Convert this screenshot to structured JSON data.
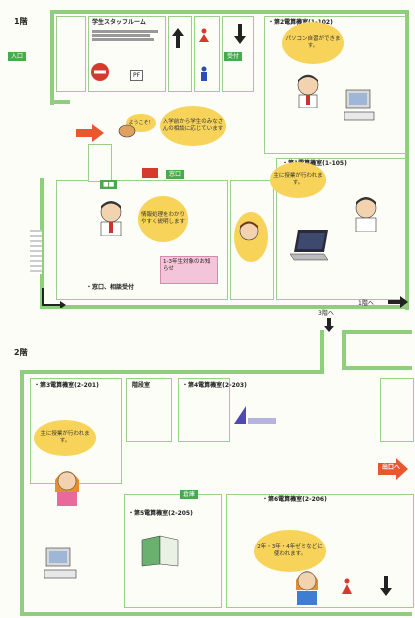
{
  "floors": {
    "first": "1階",
    "second": "2階"
  },
  "floor1": {
    "entrance_tag": "入口",
    "staff_room": "学生スタッフルーム",
    "room_102": "・第2電算機室(1-102)",
    "room_105": "・第1電算機室(1-105)",
    "reception_tag": "受付",
    "office_tag": "窓口",
    "counseling_label": "・窓口、相談受付",
    "notice_box": "1-3年生対象のお知らせ",
    "pf_sign": "PF",
    "bubble_center": "入学前から学生のみなさんの相談に応じています",
    "bubble_102": "パソコン自習ができます。",
    "bubble_105": "主に授業が行われます。",
    "bubble_counter": "情報処理をわかりやすく説明します",
    "bubble_small": "ようこそ！",
    "to_3f": "3階へ",
    "to_outside": "1階へ"
  },
  "floor2": {
    "room_201": "・第3電算機室(2-201)",
    "room_203": "・第4電算機室(2-203)",
    "room_205": "・第5電算機室(2-205)",
    "room_206": "・第6電算機室(2-206)",
    "stairs_room": "階段室",
    "bubble_201": "主に授業が行われます。",
    "bubble_206": "2年・3年・4年ゼミなどに使われます。",
    "to_right": "出口へ",
    "small_label": "倉庫"
  }
}
